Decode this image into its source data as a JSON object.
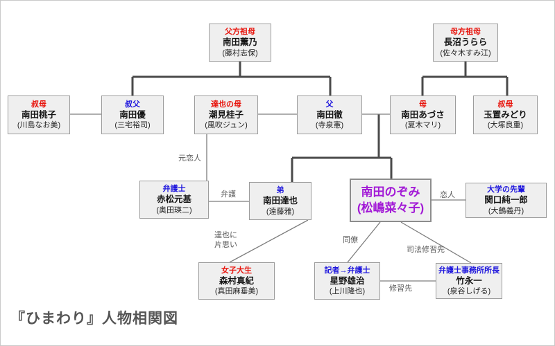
{
  "diagram_title": "『ひまわり』人物相関図",
  "palette": {
    "role_red": "#e8140c",
    "role_blue": "#1d15dd",
    "nozomi_purple": "#a21ad6",
    "family_line": "#4a4a4a",
    "relation_line": "#7d7d7d",
    "box_fill": "#efefef",
    "box_border": "#9c9c9c",
    "title_gray": "#555555"
  },
  "nodes": {
    "grandmother_paternal": {
      "role": "父方祖母",
      "name": "南田薫乃",
      "actor": "(藤村志保)"
    },
    "grandmother_maternal": {
      "role": "母方祖母",
      "name": "長沼うらら",
      "actor": "(佐々木すみ江)"
    },
    "aunt_momoko": {
      "role": "叔母",
      "name": "南田桃子",
      "actor": "(川島なお美)"
    },
    "uncle_yu": {
      "role": "叔父",
      "name": "南田優",
      "actor": "(三宅裕司)"
    },
    "tatsuya_mother": {
      "role": "達也の母",
      "name": "潮見桂子",
      "actor": "(風吹ジュン)"
    },
    "father": {
      "role": "父",
      "name": "南田徹",
      "actor": "(寺泉憲)"
    },
    "mother": {
      "role": "母",
      "name": "南田あづさ",
      "actor": "(夏木マリ)"
    },
    "aunt_midori": {
      "role": "叔母",
      "name": "玉置みどり",
      "actor": "(大塚良重)"
    },
    "lawyer_akamatsu": {
      "role": "弁護士",
      "name": "赤松元基",
      "actor": "(奥田瑛二)"
    },
    "brother_tatsuya": {
      "role": "弟",
      "name": "南田達也",
      "actor": "(遠藤雅)"
    },
    "nozomi": {
      "name": "南田のぞみ",
      "actor": "(松嶋菜々子)"
    },
    "senior_sekiguchi": {
      "role": "大学の先輩",
      "name": "関口純一郎",
      "actor": "(大鶴義丹)"
    },
    "student_maki": {
      "role": "女子大生",
      "name": "森村真紀",
      "actor": "(真田麻垂美)"
    },
    "hoshino": {
      "role": "記者→弁護士",
      "name": "星野雄治",
      "actor": "(上川隆也)"
    },
    "takenaga": {
      "role": "弁護士事務所所長",
      "name": "竹永一",
      "actor": "(泉谷しげる)"
    }
  },
  "edge_labels": {
    "former_lover": "元恋人",
    "defense": "弁護",
    "crush_on_tatsuya": "達也に\n片思い",
    "lover": "恋人",
    "colleague": "同僚",
    "judicial_training": "司法修習先",
    "training_place": "修習先"
  },
  "edges": [
    {
      "from": "grandmother_paternal",
      "to": "uncle_yu",
      "label": ""
    },
    {
      "from": "grandmother_paternal",
      "to": "father",
      "label": ""
    },
    {
      "from": "grandmother_maternal",
      "to": "mother",
      "label": ""
    },
    {
      "from": "grandmother_maternal",
      "to": "aunt_midori",
      "label": ""
    },
    {
      "from": "aunt_momoko",
      "to": "uncle_yu",
      "label": ""
    },
    {
      "from": "tatsuya_mother",
      "to": "father",
      "label": ""
    },
    {
      "from": "father",
      "to": "mother",
      "label": ""
    },
    {
      "from": "father+mother",
      "to": "brother_tatsuya",
      "label": ""
    },
    {
      "from": "father+mother",
      "to": "nozomi",
      "label": ""
    },
    {
      "from": "tatsuya_mother",
      "to": "lawyer_akamatsu",
      "label": "元恋人"
    },
    {
      "from": "lawyer_akamatsu",
      "to": "brother_tatsuya",
      "label": "弁護"
    },
    {
      "from": "student_maki",
      "to": "brother_tatsuya",
      "label": "達也に片思い"
    },
    {
      "from": "nozomi",
      "to": "senior_sekiguchi",
      "label": "恋人"
    },
    {
      "from": "nozomi",
      "to": "hoshino",
      "label": "同僚"
    },
    {
      "from": "nozomi",
      "to": "takenaga",
      "label": "司法修習先"
    },
    {
      "from": "hoshino",
      "to": "takenaga",
      "label": "修習先"
    }
  ]
}
